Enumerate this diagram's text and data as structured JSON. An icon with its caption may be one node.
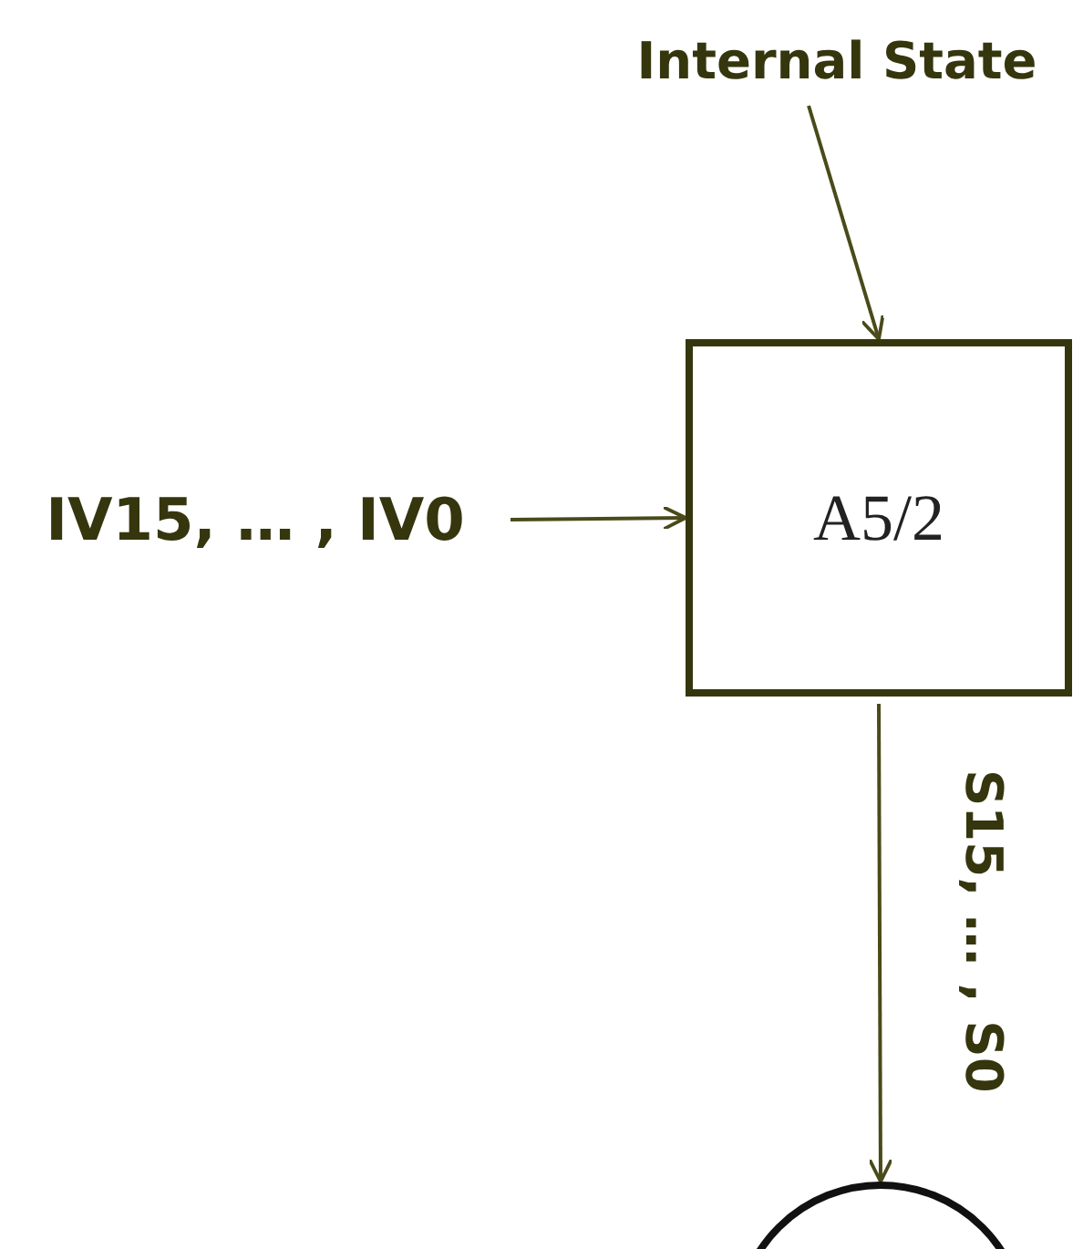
{
  "diagram": {
    "nodes": [
      {
        "text": [
          "Internal State"
        ]
      },
      {
        "text": [
          "IV15, … , IV0"
        ]
      },
      {
        "text": [
          "A5/2"
        ]
      },
      {
        "text": [],
        "shape": "circle"
      }
    ],
    "edges": [
      {
        "from": 0,
        "to": 2,
        "arrow": "to"
      },
      {
        "from": 1,
        "to": 2,
        "arrow": "to"
      },
      {
        "from": 2,
        "to": 3,
        "arrow": "to",
        "label": "S15, … , S0"
      }
    ]
  }
}
